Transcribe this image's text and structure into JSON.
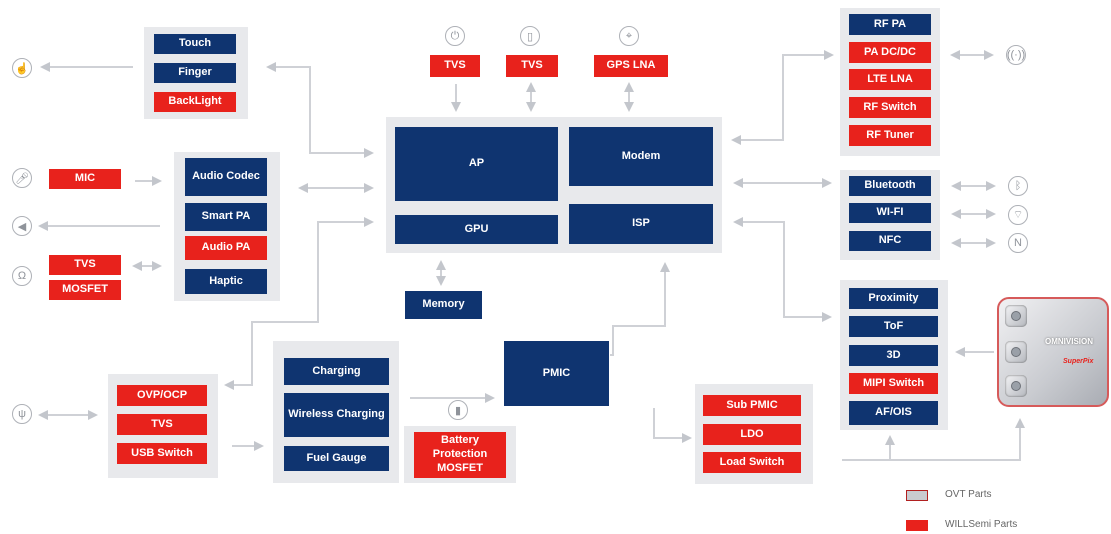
{
  "blocks": {
    "touch": "Touch",
    "finger": "Finger",
    "backlight": "BackLight",
    "tvs_power": "TVS",
    "tvs_sim": "TVS",
    "gps_lna": "GPS LNA",
    "ap": "AP",
    "modem": "Modem",
    "gpu": "GPU",
    "isp": "ISP",
    "memory": "Memory",
    "rf_pa": "RF PA",
    "pa_dcdc": "PA DC/DC",
    "lte_lna": "LTE LNA",
    "rf_switch": "RF Switch",
    "rf_tuner": "RF Tuner",
    "bluetooth": "Bluetooth",
    "wifi": "WI-FI",
    "nfc": "NFC",
    "mic": "MIC",
    "audio_codec": "Audio Codec",
    "smart_pa": "Smart PA",
    "audio_pa": "Audio PA",
    "haptic": "Haptic",
    "tvs_audio": "TVS",
    "mosfet_audio": "MOSFET",
    "ovp_ocp": "OVP/OCP",
    "tvs_usb": "TVS",
    "usb_switch": "USB Switch",
    "charging": "Charging",
    "wireless_charging": "Wireless Charging",
    "fuel_gauge": "Fuel Gauge",
    "battery_protection": "Battery Protection MOSFET",
    "pmic": "PMIC",
    "sub_pmic": "Sub PMIC",
    "ldo": "LDO",
    "load_switch": "Load Switch",
    "proximity": "Proximity",
    "tof": "ToF",
    "three_d": "3D",
    "mipi_switch": "MIPI Switch",
    "af_ois": "AF/OIS"
  },
  "camera": {
    "brand": "OMNIVISION",
    "sub_brand": "SuperPix"
  },
  "legend": {
    "ovt": "OVT Parts",
    "ws": "WILLSemi Parts"
  },
  "icons": [
    "touch-hand-icon",
    "power-icon",
    "sim-icon",
    "location-icon",
    "wireless-signal-icon",
    "microphone-icon",
    "speaker-icon",
    "headphone-icon",
    "bluetooth-icon",
    "wifi-icon",
    "nfc-icon",
    "usb-icon",
    "battery-icon"
  ],
  "colors": {
    "ovt": "#0f3470",
    "willsemi": "#e8221c",
    "group": "#e8e9ec",
    "arrow": "#c8cacf"
  }
}
